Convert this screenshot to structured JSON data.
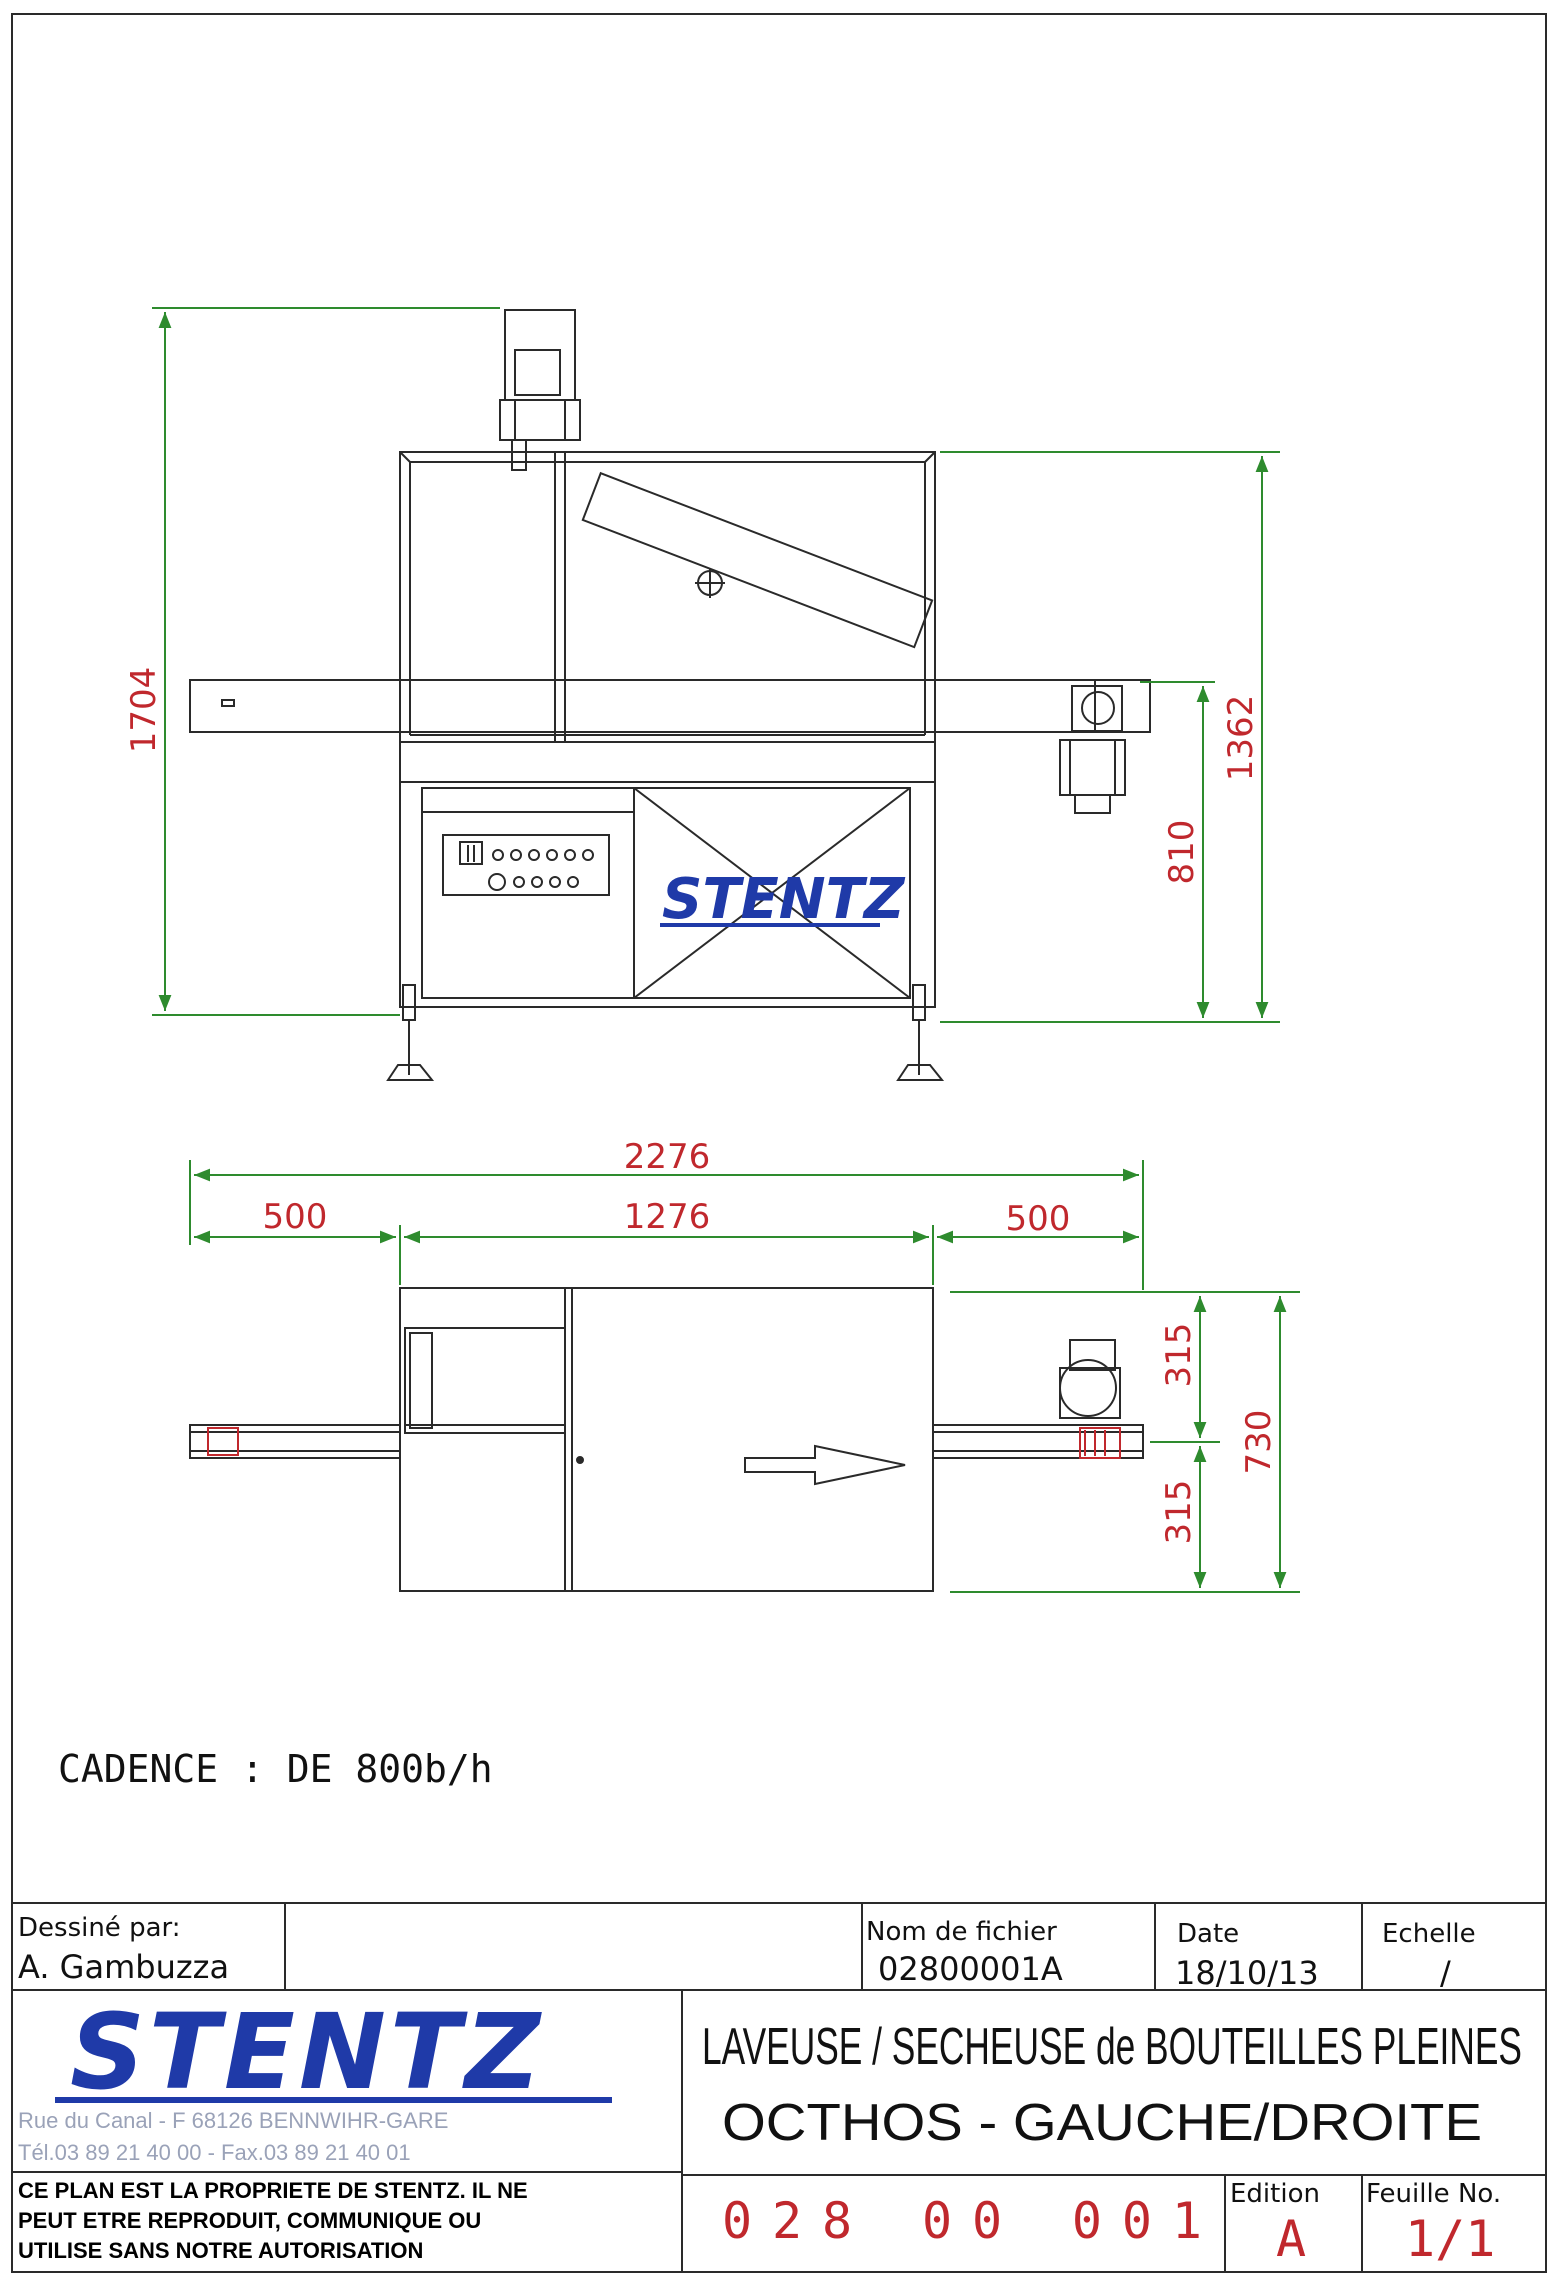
{
  "drawing": {
    "front_view": {
      "dim_total_height": "1704",
      "dim_frame_height": "1362",
      "dim_conveyor_height": "810",
      "logo_text": "STENTZ"
    },
    "top_view": {
      "dim_total_length": "2276",
      "dim_left_conveyor": "500",
      "dim_machine_length": "1276",
      "dim_right_conveyor": "500",
      "dim_total_width": "730",
      "dim_half_width_top": "315",
      "dim_half_width_bottom": "315"
    },
    "cadence": "CADENCE : DE 800b/h"
  },
  "title_block": {
    "drawn_by_label": "Dessiné par:",
    "drawn_by_value": "A. Gambuzza",
    "filename_label": "Nom de fichier",
    "filename_value": "02800001A",
    "date_label": "Date",
    "date_value": "18/10/13",
    "scale_label": "Echelle",
    "scale_value": "/",
    "company_logo": "STENTZ",
    "address_line1": "Rue du Canal - F 68126 BENNWIHR-GARE",
    "address_line2": "Tél.03 89 21 40 00 - Fax.03 89 21 40 01",
    "title_line1": "LAVEUSE / SECHEUSE de BOUTEILLES PLEINES",
    "title_line2": "OCTHOS  -  GAUCHE/DROITE",
    "notice": [
      "CE PLAN EST LA PROPRIETE DE STENTZ. IL NE",
      "PEUT ETRE REPRODUIT, COMMUNIQUE OU",
      "UTILISE SANS NOTRE AUTORISATION"
    ],
    "drawing_number": "028  00  001",
    "edition_label": "Edition",
    "edition_value": "A",
    "sheet_label": "Feuille No.",
    "sheet_value": "1/1"
  },
  "colors": {
    "dimension_text": "#c0282d",
    "dimension_line": "#2e8b2e",
    "logo_blue": "#1f3aa8",
    "line": "#2a2a2a"
  }
}
